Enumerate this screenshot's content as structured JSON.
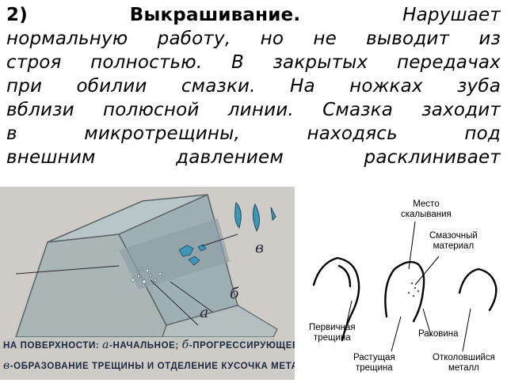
{
  "text": {
    "number": "2)",
    "heading": "Выкрашивание.",
    "line1_rest": "Нарушает",
    "line2": "нормальную работу, но не выводит из",
    "line3": "строя полностью. В закрытых передачах",
    "line4": "при обилии смазки. На ножках зуба",
    "line5": "вблизи полюсной линии. Смазка заходит",
    "line6": "в микротрещины, находясь под",
    "line7": "внешним давлением расклинивает"
  },
  "figure_left": {
    "letter_a": "а",
    "letter_b": "б",
    "letter_v": "в",
    "caption1_prefix": "НА ПОВЕРХНОСТИ:",
    "caption1_a": "а",
    "caption1_a_text": "-НАЧАЛЬНОЕ;",
    "caption1_b": "б",
    "caption1_b_text": "-ПРОГРЕССИРУЮЩЕЕ;",
    "caption2_v": "в",
    "caption2_text": "-ОБРАЗОВАНИЕ ТРЕЩИНЫ И ОТДЕЛЕНИЕ КУСОЧКА МЕТАЛЛ"
  },
  "figure_right": {
    "label_place": "Место\nскалывания",
    "label_lube": "Смазочный\nматериал",
    "label_primary": "Первичная\nтрещина",
    "label_pit": "Раковина",
    "label_growing": "Растущая\nтрещина",
    "label_chipped": "Отколовшийся\nметалл"
  },
  "colors": {
    "figure_bg": "#cfcbc6",
    "tooth_face": "#9fb0b4",
    "tooth_top": "#b9c6c8",
    "pit": "#3e95b8",
    "caption": "#1d2840"
  }
}
